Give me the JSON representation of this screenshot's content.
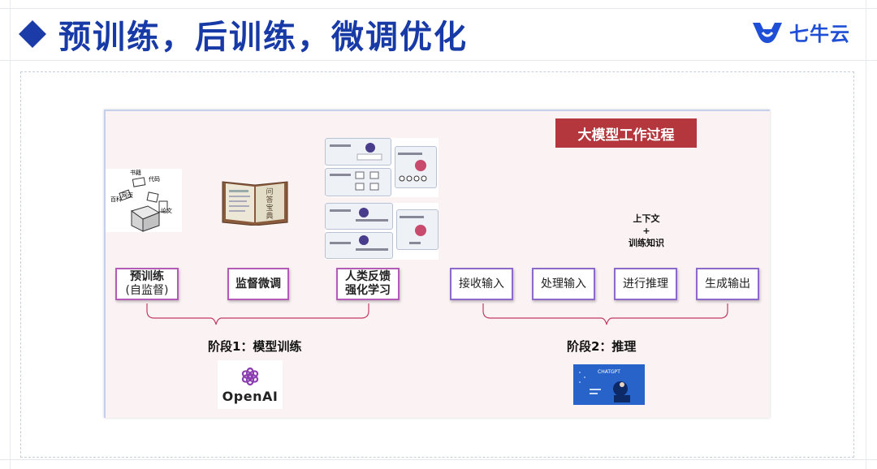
{
  "title": "预训练，后训练，微调优化",
  "logo": {
    "text": "七牛云",
    "color": "#1e4fd6"
  },
  "diagram": {
    "banner": "大模型工作过程",
    "context_note": {
      "line1": "上下文",
      "line2": "+",
      "line3": "训练知识"
    },
    "stage1": {
      "label": "阶段1：模型训练",
      "steps": [
        {
          "label": "预训练",
          "sub": "(自监督)"
        },
        {
          "label": "监督微调"
        },
        {
          "label": "人类反馈",
          "sub": "强化学习"
        }
      ]
    },
    "stage2": {
      "label": "阶段2：推理",
      "steps": [
        {
          "label": "接收输入"
        },
        {
          "label": "处理输入"
        },
        {
          "label": "进行推理"
        },
        {
          "label": "生成输出"
        }
      ]
    },
    "pretrain_illus_words": {
      "w1": "书籍",
      "w2": "代码",
      "w3": "百科",
      "w4": "网页",
      "w5": "论文"
    },
    "sft_book": {
      "l1": "问",
      "l2": "答",
      "l3": "宝",
      "l4": "典"
    },
    "openai_logo": "OpenAI",
    "chatgpt_image": "CHATGPT",
    "colors": {
      "banner": "#b3373d",
      "step_border": "#b45ab7",
      "title": "#173aa6",
      "background": "#fbf2f3"
    }
  }
}
